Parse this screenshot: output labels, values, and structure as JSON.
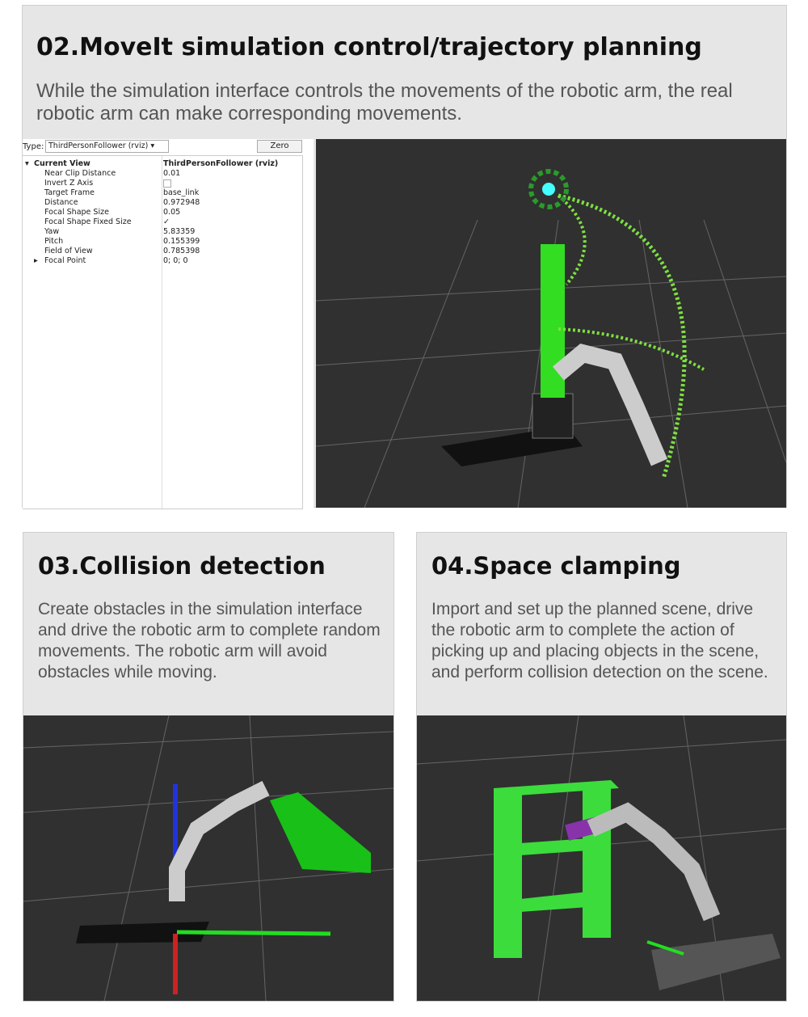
{
  "sections": [
    {
      "title": "02.MoveIt simulation control/trajectory planning",
      "description": "While the simulation interface controls the movements of the robotic arm, the real robotic arm can make corresponding movements."
    },
    {
      "title": "03.Collision detection",
      "description": "Create obstacles in the simulation interface and drive the robotic arm to complete random movements. The robotic arm will avoid obstacles while moving."
    },
    {
      "title": "04.Space clamping",
      "description": "Import and set up the planned scene, drive the robotic arm to complete the action of picking up and placing objects in the scene, and perform collision detection on the scene."
    }
  ],
  "rviz": {
    "type_label": "Type:",
    "type_value": "ThirdPersonFollower (rviz)",
    "zero_button": "Zero",
    "root": {
      "label": "Current View",
      "value": "ThirdPersonFollower (rviz)"
    },
    "props": [
      {
        "label": "Near Clip Distance",
        "value": "0.01"
      },
      {
        "label": "Invert Z Axis",
        "value": ""
      },
      {
        "label": "Target Frame",
        "value": "base_link"
      },
      {
        "label": "Distance",
        "value": "0.972948"
      },
      {
        "label": "Focal Shape Size",
        "value": "0.05"
      },
      {
        "label": "Focal Shape Fixed Size",
        "value": "✓"
      },
      {
        "label": "Yaw",
        "value": "5.83359"
      },
      {
        "label": "Pitch",
        "value": "0.155399"
      },
      {
        "label": "Field of View",
        "value": "0.785398"
      },
      {
        "label": "Focal Point",
        "value": "0; 0; 0"
      }
    ]
  }
}
